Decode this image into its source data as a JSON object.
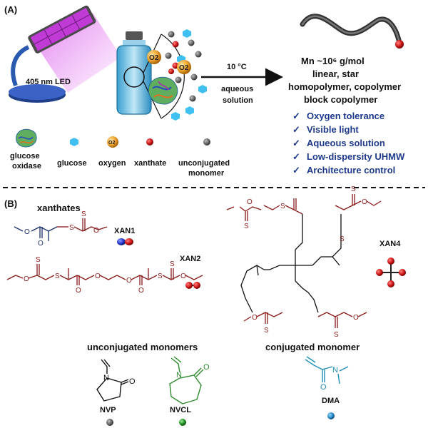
{
  "panel_a": {
    "label": "(A)",
    "led_label": "405 nm LED",
    "o2_symbol": "O2",
    "condition_temp": "10 °C",
    "condition_line1": "aqueous",
    "condition_line2": "solution",
    "product_mn": "Mn ~10⁶ g/mol",
    "product_line2": "linear, star",
    "product_line3": "homopolymer, copolymer",
    "product_line4": "block copolymer",
    "features": [
      "Oxygen tolerance",
      "Visible light",
      "Aqueous solution",
      "Low-dispersity UHMW",
      "Architecture control"
    ],
    "check_symbol": "✓",
    "legend": [
      {
        "name": "glucose oxidase",
        "line1": "glucose",
        "line2": "oxidase"
      },
      {
        "name": "glucose",
        "line1": "glucose",
        "line2": ""
      },
      {
        "name": "oxygen",
        "line1": "oxygen",
        "line2": ""
      },
      {
        "name": "xanthate",
        "line1": "xanthate",
        "line2": ""
      },
      {
        "name": "unconjugated monomer",
        "line1": "unconjugated",
        "line2": "monomer"
      }
    ]
  },
  "panel_b": {
    "label": "(B)",
    "xanthates_title": "xanthates",
    "xan1": "XAN1",
    "xan2": "XAN2",
    "xan4": "XAN4",
    "unconj_title": "unconjugated monomers",
    "conj_title": "conjugated monomer",
    "nvp": "NVP",
    "nvcl": "NVCL",
    "dma": "DMA",
    "atom_O": "O",
    "atom_S": "S",
    "atom_N": "N"
  },
  "colors": {
    "xanthate_red": "#8b1a1a",
    "xan1_blue": "#1a2f6b",
    "nvcl_green": "#2e8b2e",
    "dma_teal": "#1f8fb8",
    "feature_blue": "#1f3a8a",
    "led_purple": "#c03bd6"
  }
}
